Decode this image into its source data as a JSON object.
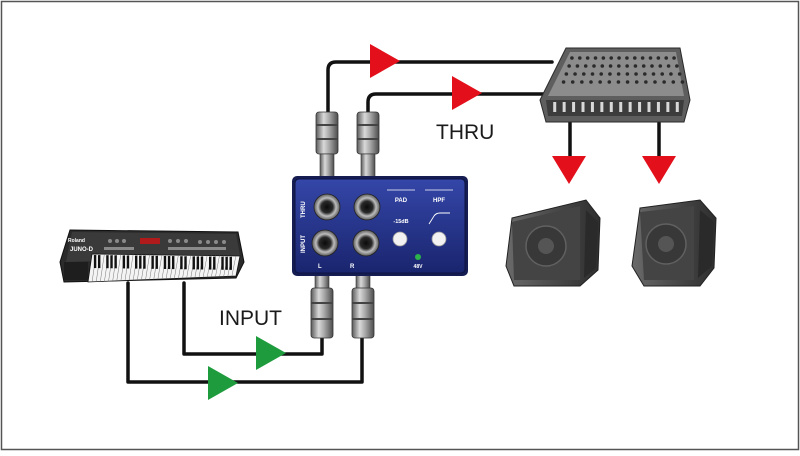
{
  "labels": {
    "input": "INPUT",
    "thru": "THRU"
  },
  "keyboard": {
    "brand": "Roland",
    "model": "JUNO-D"
  },
  "di_box": {
    "thru_label": "THRU",
    "input_label": "INPUT",
    "left_label": "L",
    "right_label": "R",
    "pad_title": "PAD",
    "pad_value": "-15dB",
    "hpf_title": "HPF",
    "phantom_label": "48V"
  },
  "colors": {
    "border": "#555555",
    "cable": "#111111",
    "arrow_in": "#1e9b3c",
    "arrow_out": "#e3101c",
    "box_body": "#22318a",
    "speaker": "#4a4a4a",
    "mixer": "#6a6a6a"
  }
}
